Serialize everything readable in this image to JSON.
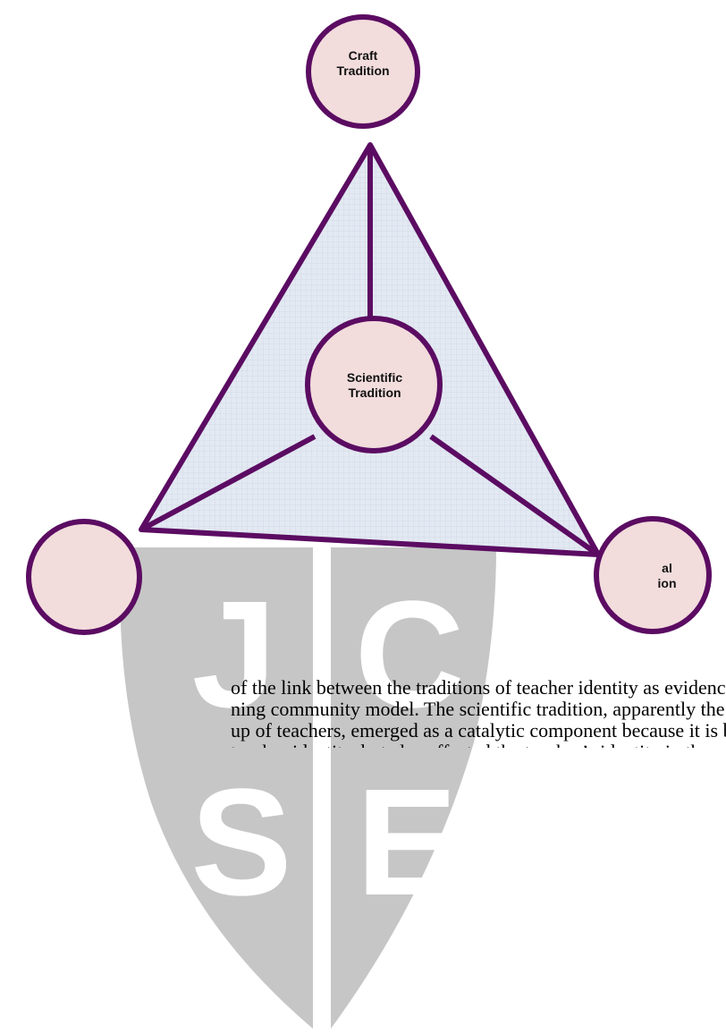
{
  "diagram": {
    "nodes": {
      "craft": "Craft\nTradition",
      "scientific": "Scientific\nTradition",
      "left": "",
      "right": "al\nion"
    },
    "colors": {
      "outline": "#5b0c62",
      "node_fill": "#f2dcdc",
      "triangle_fill": "#dfe6ef",
      "watermark": "#c4c4c4"
    }
  },
  "watermark": {
    "letters": [
      "J",
      "C",
      "S",
      "E"
    ]
  },
  "caption": {
    "lines": [
      "of the link between the traditions of teacher identity as evidence",
      "ning community model.  The scientific tradition, apparently the l",
      "up of teachers, emerged as a catalytic component because it is b",
      "teacher identity, but also affected the teacher’s identity in the ot"
    ]
  }
}
